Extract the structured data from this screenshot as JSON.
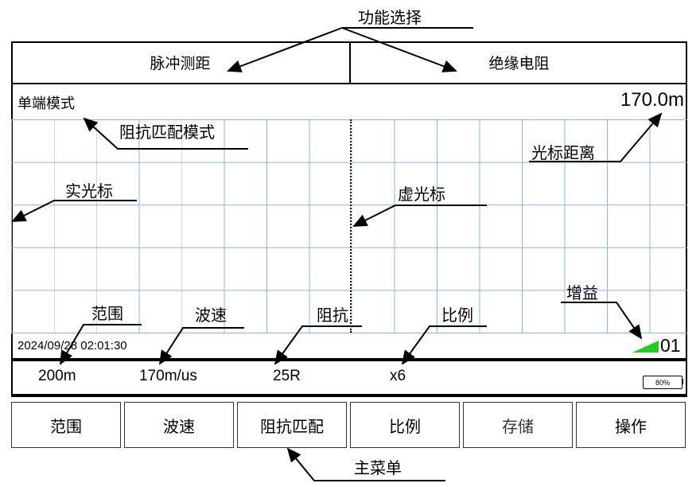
{
  "function_tabs": [
    "脉冲测距",
    "绝缘电阻"
  ],
  "mode": "单端模式",
  "cursor_distance": "170.0m",
  "datetime": "2024/09/28 02:01:30",
  "gain": "01",
  "values": {
    "range": "200m",
    "velocity": "170m/us",
    "impedance": "25R",
    "scale": "x6"
  },
  "battery": "80%",
  "menu": [
    "范围",
    "波速",
    "阻抗匹配",
    "比例",
    "存储",
    "操作"
  ],
  "annotations": {
    "function_select": "功能选择",
    "impedance_mode": "阻抗匹配模式",
    "cursor_distance": "光标距离",
    "solid_cursor": "实光标",
    "dashed_cursor": "虚光标",
    "range": "范围",
    "velocity": "波速",
    "impedance": "阻抗",
    "scale": "比例",
    "gain": "增益",
    "main_menu": "主菜单"
  },
  "colors": {
    "grid": "#8fb0ea",
    "gain_indicator": "#22cc22"
  }
}
